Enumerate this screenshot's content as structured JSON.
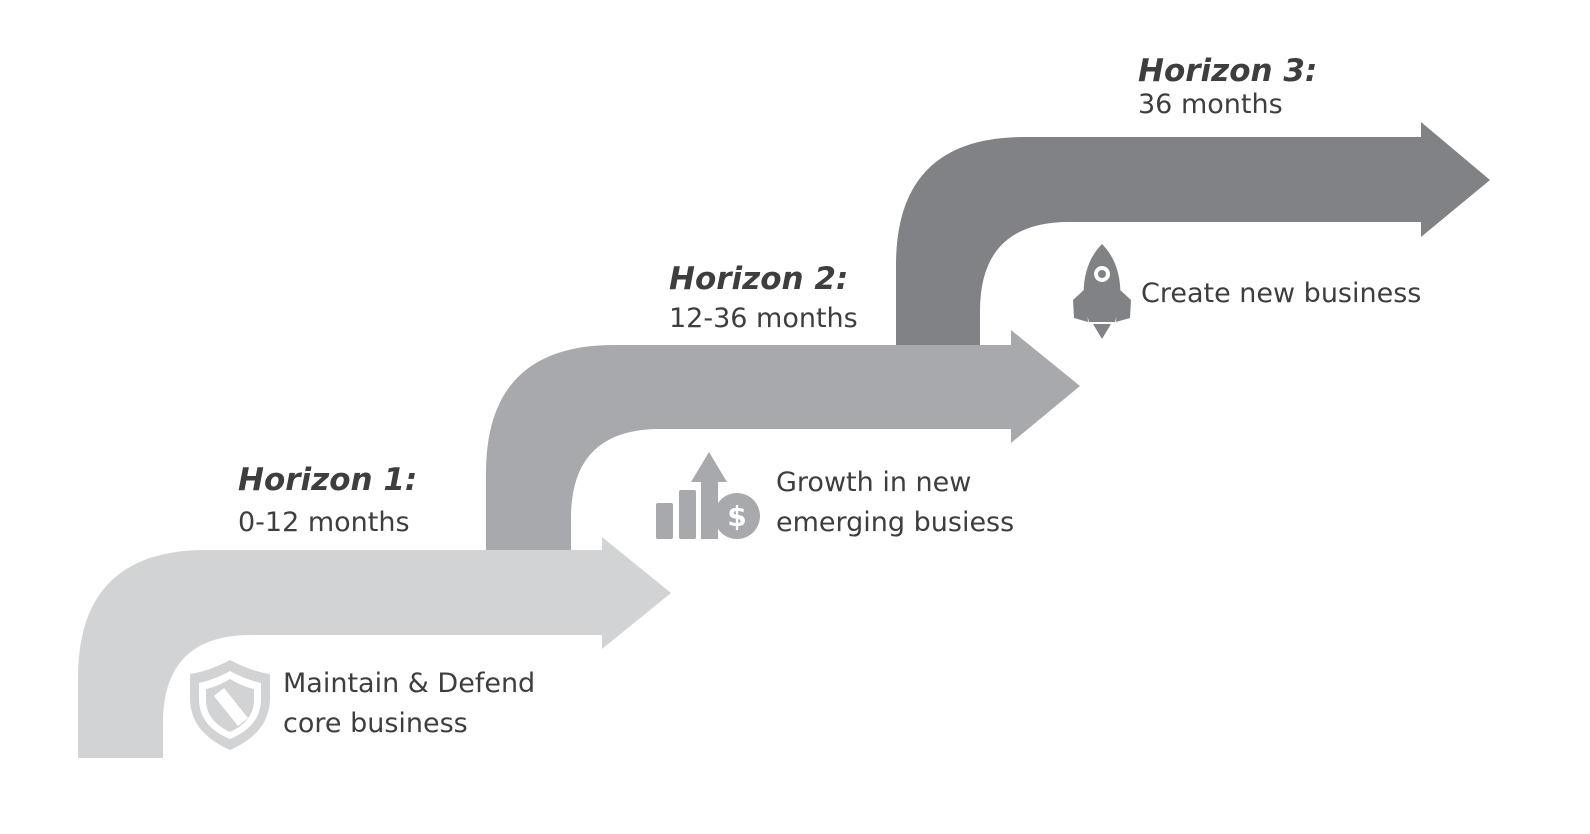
{
  "horizons": [
    {
      "title": "Horizon 1:",
      "period": "0-12 months",
      "desc_line1": "Maintain & Defend",
      "desc_line2": "core business",
      "icon": "shield-icon",
      "color": "#d1d3d4"
    },
    {
      "title": "Horizon 2:",
      "period": "12-36 months",
      "desc_line1": "Growth in new",
      "desc_line2": "emerging busiess",
      "icon": "growth-chart-icon",
      "color": "#a7a9ac"
    },
    {
      "title": "Horizon 3:",
      "period": "36 months",
      "desc_line1": "Create new business",
      "desc_line2": "",
      "icon": "rocket-icon",
      "color": "#808285"
    }
  ]
}
